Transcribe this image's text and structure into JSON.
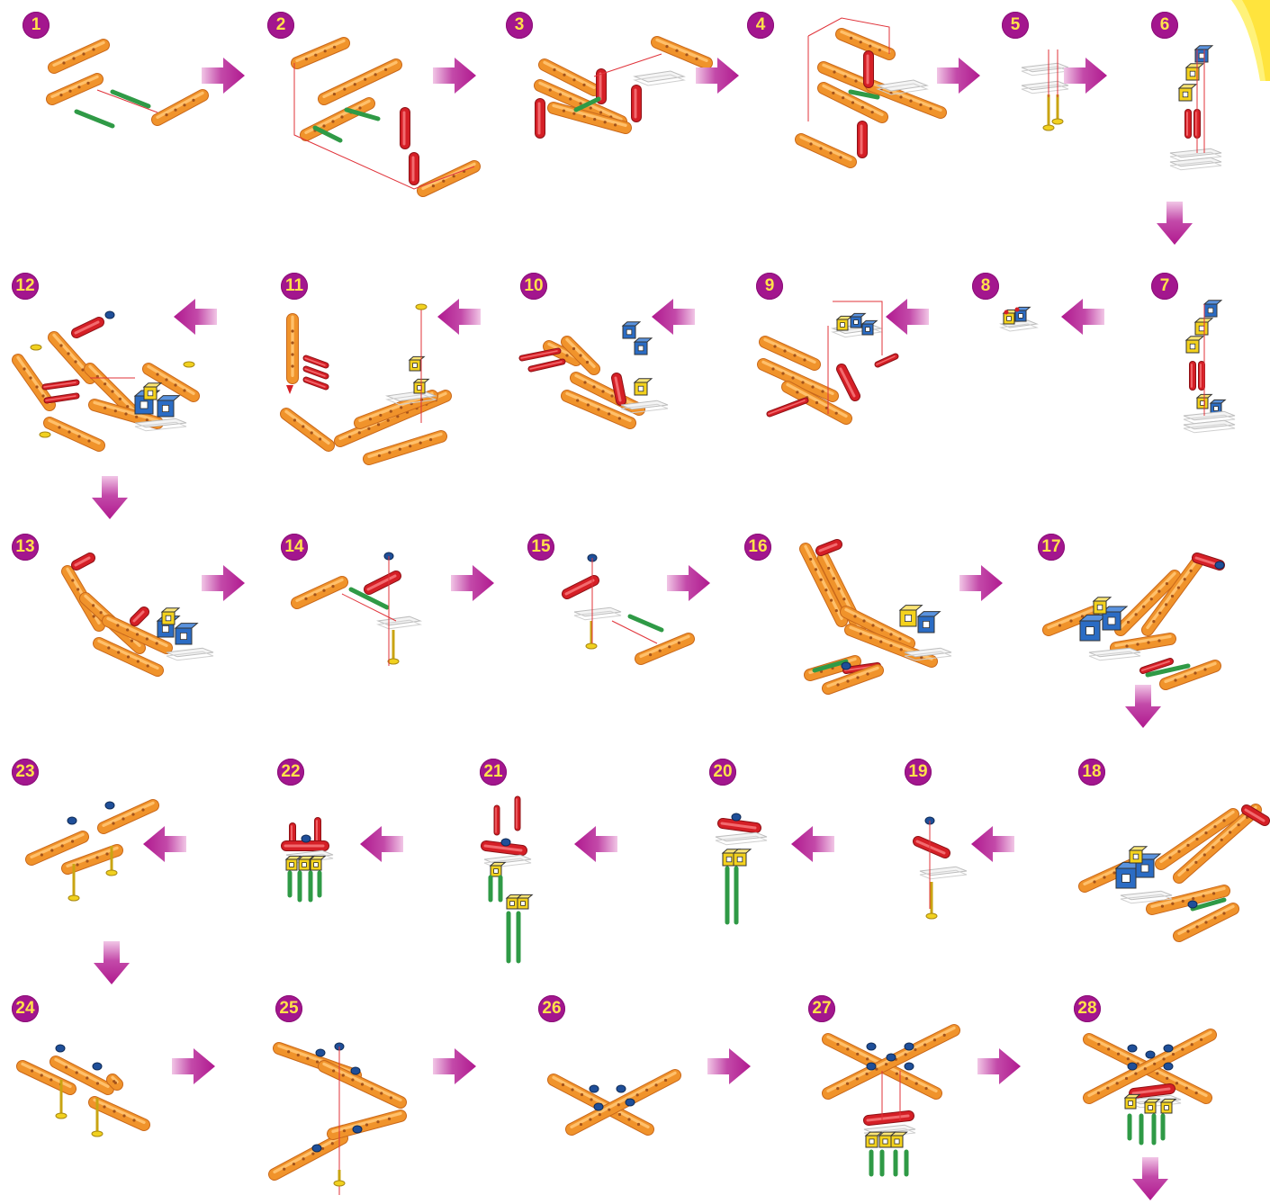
{
  "steps": [
    {
      "label": "1"
    },
    {
      "label": "2"
    },
    {
      "label": "3"
    },
    {
      "label": "4"
    },
    {
      "label": "5"
    },
    {
      "label": "6"
    },
    {
      "label": "7"
    },
    {
      "label": "8"
    },
    {
      "label": "9"
    },
    {
      "label": "10"
    },
    {
      "label": "11"
    },
    {
      "label": "12"
    },
    {
      "label": "13"
    },
    {
      "label": "14"
    },
    {
      "label": "15"
    },
    {
      "label": "16"
    },
    {
      "label": "17"
    },
    {
      "label": "18"
    },
    {
      "label": "19"
    },
    {
      "label": "20"
    },
    {
      "label": "21"
    },
    {
      "label": "22"
    },
    {
      "label": "23"
    },
    {
      "label": "24"
    },
    {
      "label": "25"
    },
    {
      "label": "26"
    },
    {
      "label": "27"
    },
    {
      "label": "28"
    }
  ],
  "arrows": [
    {
      "icon": "arrow-right-icon"
    },
    {
      "icon": "arrow-right-icon"
    },
    {
      "icon": "arrow-right-icon"
    },
    {
      "icon": "arrow-right-icon"
    },
    {
      "icon": "arrow-right-icon"
    },
    {
      "icon": "arrow-down-icon"
    },
    {
      "icon": "arrow-left-icon"
    },
    {
      "icon": "arrow-left-icon"
    },
    {
      "icon": "arrow-left-icon"
    },
    {
      "icon": "arrow-left-icon"
    },
    {
      "icon": "arrow-left-icon"
    },
    {
      "icon": "arrow-down-icon"
    },
    {
      "icon": "arrow-right-icon"
    },
    {
      "icon": "arrow-right-icon"
    },
    {
      "icon": "arrow-right-icon"
    },
    {
      "icon": "arrow-right-icon"
    },
    {
      "icon": "arrow-down-icon"
    },
    {
      "icon": "arrow-left-icon"
    },
    {
      "icon": "arrow-left-icon"
    },
    {
      "icon": "arrow-left-icon"
    },
    {
      "icon": "arrow-left-icon"
    },
    {
      "icon": "arrow-left-icon"
    },
    {
      "icon": "arrow-down-icon"
    },
    {
      "icon": "arrow-right-icon"
    },
    {
      "icon": "arrow-right-icon"
    },
    {
      "icon": "arrow-right-icon"
    },
    {
      "icon": "arrow-right-icon"
    },
    {
      "icon": "arrow-down-icon"
    }
  ],
  "colors": {
    "badge": "#a3168e",
    "badge_text": "#ffe24a",
    "arrow": "#b0198f",
    "beam": "#f0932b",
    "beam_edge": "#c9681a",
    "pin_green": "#2f9a46",
    "connector_red": "#d51f26",
    "cube_blue": "#2b6cc4",
    "cube_yellow": "#f4d21d",
    "plate_white": "#f4f4f4",
    "guide_line": "#e0333a",
    "corner_accent": "#fff27a"
  }
}
